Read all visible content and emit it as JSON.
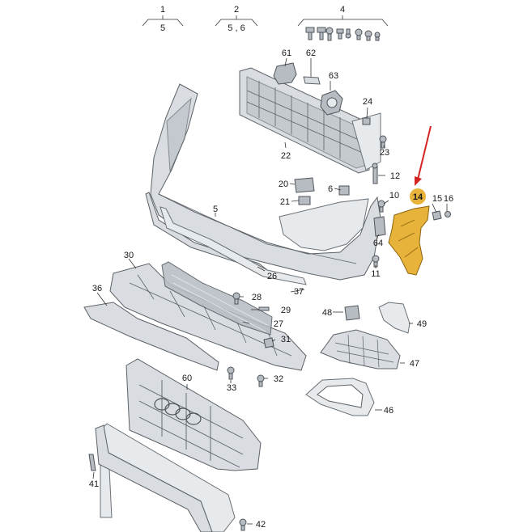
{
  "groups": [
    {
      "number": "1",
      "sub": "5"
    },
    {
      "number": "2",
      "sub": "5 , 6"
    },
    {
      "number": "4",
      "sub": ""
    }
  ],
  "callouts": {
    "c5": "5",
    "c6": "6",
    "c10": "10",
    "c11": "11",
    "c12": "12",
    "c14": "14",
    "c15": "15",
    "c16": "16",
    "c20": "20",
    "c21": "21",
    "c22": "22",
    "c23": "23",
    "c24": "24",
    "c26": "26",
    "c27": "27",
    "c28": "28",
    "c29": "29",
    "c30": "30",
    "c31": "31",
    "c32": "32",
    "c33": "33",
    "c36": "36",
    "c37": "37",
    "c41": "41",
    "c42": "42",
    "c46": "46",
    "c47": "47",
    "c48": "48",
    "c49": "49",
    "c60": "60",
    "c61": "61",
    "c62": "62",
    "c63": "63",
    "c64": "64"
  },
  "highlight": {
    "color": "#e8b33a",
    "arrow_color": "#d62424"
  }
}
